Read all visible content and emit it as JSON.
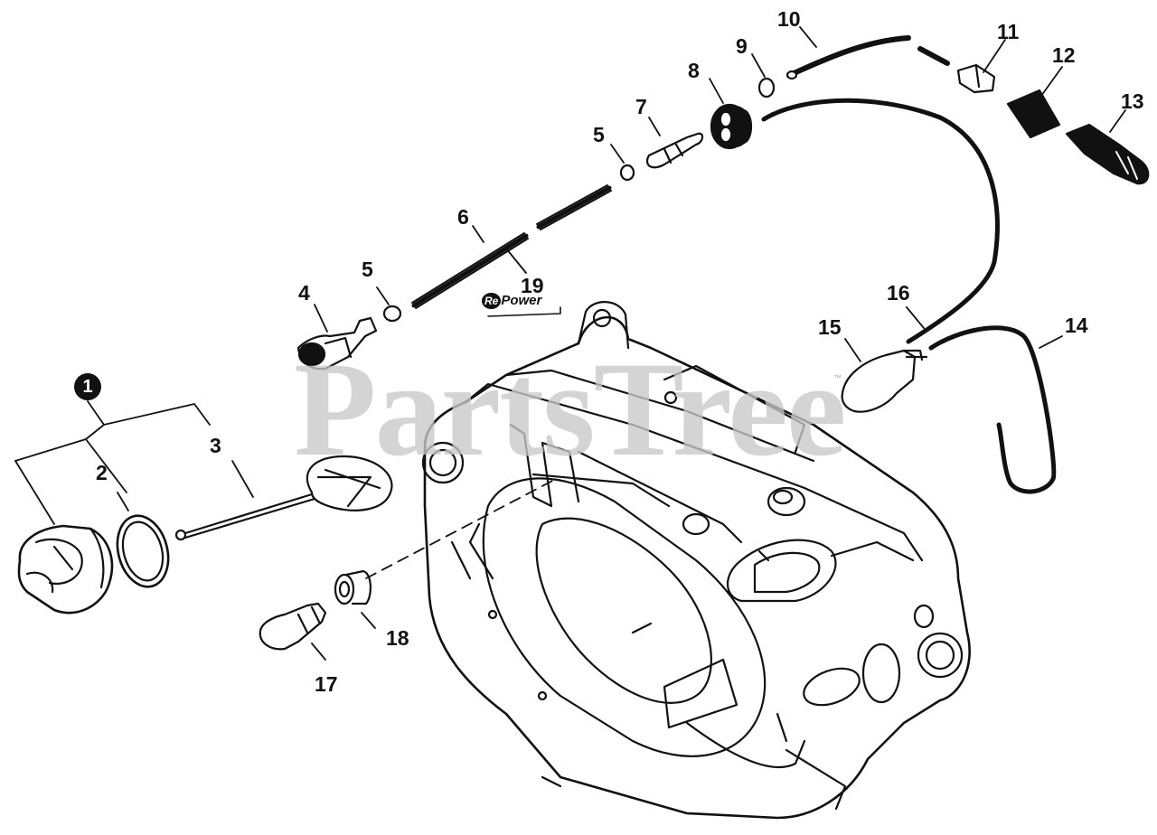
{
  "watermark": {
    "text": "PartsTree",
    "trademark": "™"
  },
  "logo": {
    "re": "Re",
    "power": "Power"
  },
  "callouts": {
    "c1": "1",
    "c2": "2",
    "c3": "3",
    "c4": "4",
    "c5a": "5",
    "c5b": "5",
    "c6": "6",
    "c7": "7",
    "c8": "8",
    "c9": "9",
    "c10": "10",
    "c11": "11",
    "c12": "12",
    "c13": "13",
    "c14": "14",
    "c15": "15",
    "c16": "16",
    "c17": "17",
    "c18": "18",
    "c19": "19"
  }
}
